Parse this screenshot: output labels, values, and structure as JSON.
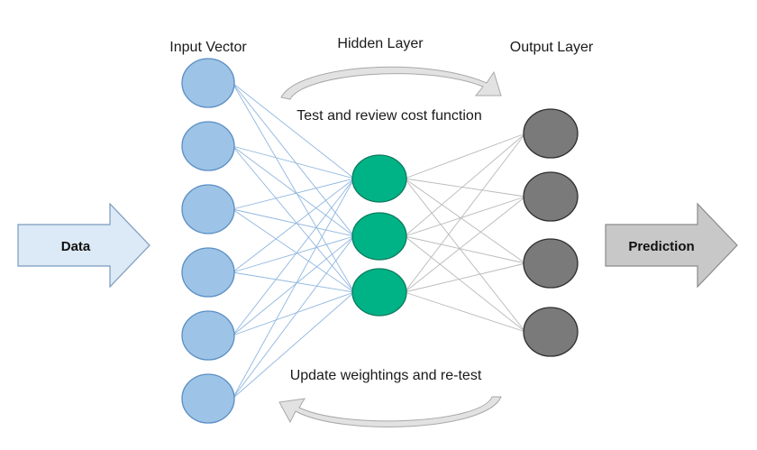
{
  "labels": {
    "input_vector": "Input Vector",
    "hidden_layer": "Hidden Layer",
    "output_layer": "Output Layer",
    "test_review": "Test and review cost function",
    "update_weightings": "Update weightings and re-test",
    "data": "Data",
    "prediction": "Prediction"
  },
  "layers": {
    "input": {
      "count": 6,
      "color": "#9dc3e6",
      "stroke": "#5b8ec4"
    },
    "hidden": {
      "count": 3,
      "color": "#00b386",
      "stroke": "#0b7a5e"
    },
    "output": {
      "count": 4,
      "color": "#7a7a7a",
      "stroke": "#2f2f2f"
    }
  },
  "colors": {
    "input_connections": "#8fb6df",
    "output_connections": "#b8b8b8",
    "data_arrow_fill": "#dce9f6",
    "data_arrow_stroke": "#7a9bbd",
    "prediction_arrow_fill": "#c8c8c8",
    "prediction_arrow_stroke": "#8a8a8a",
    "curved_arrow": "#d0d0d0"
  }
}
